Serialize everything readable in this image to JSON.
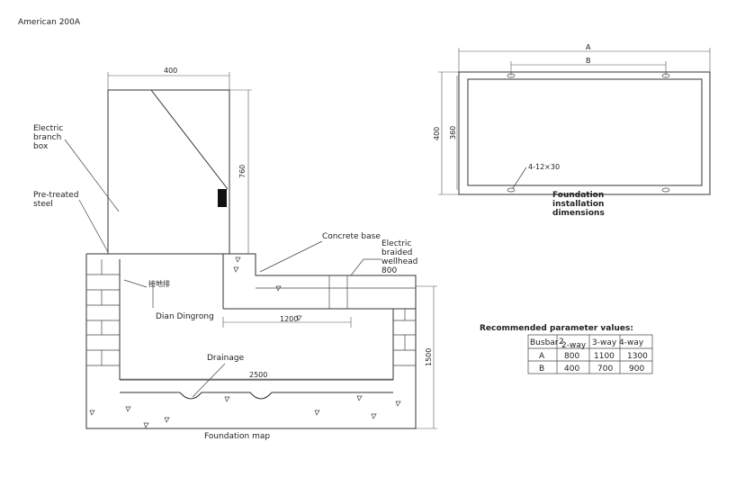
{
  "title": "American 200A",
  "labels": {
    "electric_branch_box": [
      "Electric",
      "branch",
      "box"
    ],
    "pre_treated_steel": [
      "Pre-treated",
      "steel"
    ],
    "concrete_base": "Concrete base",
    "electric_braided_wellhead": [
      "Electric",
      "braided",
      "wellhead",
      "800"
    ],
    "ground_bar_cn": "接地排",
    "dian_dingrong": "Dian Dingrong",
    "drainage": "Drainage",
    "foundation_map": "Foundation map",
    "foundation_install": [
      "Foundation",
      "installation",
      "dimensions"
    ],
    "hole_spec": "4-12×30"
  },
  "dimensions": {
    "box_width": "400",
    "box_height": "760",
    "step_length": "1200",
    "base_length": "2500",
    "base_height": "1500",
    "outer_A": "A",
    "inner_B": "B",
    "frame_outer_h": "400",
    "frame_inner_h": "360"
  },
  "table": {
    "title": "Recommended parameter values:",
    "header": [
      "Busbar",
      "2-way",
      "3-way",
      "4-way"
    ],
    "busbar_overlap": "2",
    "rows": [
      [
        "A",
        "800",
        "1100",
        "1300"
      ],
      [
        "B",
        "400",
        "700",
        "900"
      ]
    ]
  }
}
